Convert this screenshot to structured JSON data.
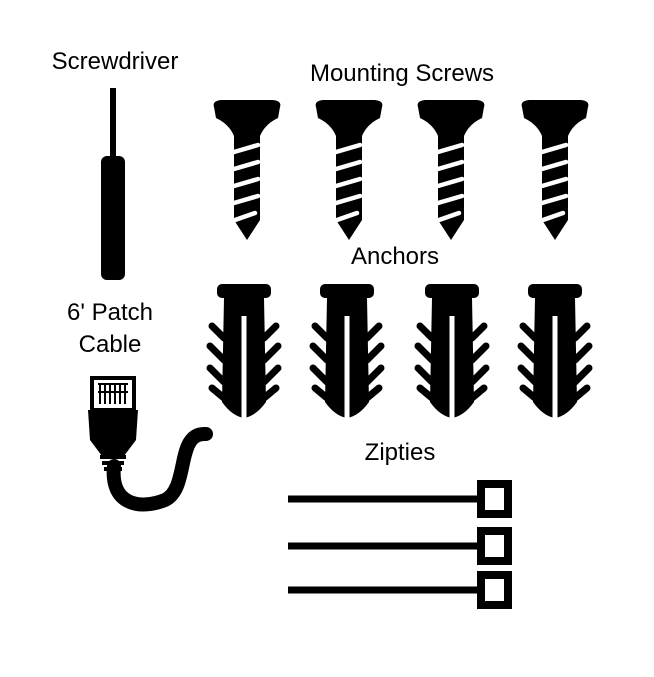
{
  "labels": {
    "screwdriver": "Screwdriver",
    "mounting_screws": "Mounting Screws",
    "anchors": "Anchors",
    "patch_cable_line1": "6' Patch",
    "patch_cable_line2": "Cable",
    "zipties": "Zipties"
  },
  "items": {
    "screw_count": 4,
    "anchor_count": 4,
    "ziptie_count": 3
  },
  "colors": {
    "ink": "#000000",
    "background": "#ffffff"
  },
  "icons": [
    "screwdriver-icon",
    "screw-icon",
    "anchor-icon",
    "patch-cable-icon",
    "ziptie-icon"
  ]
}
